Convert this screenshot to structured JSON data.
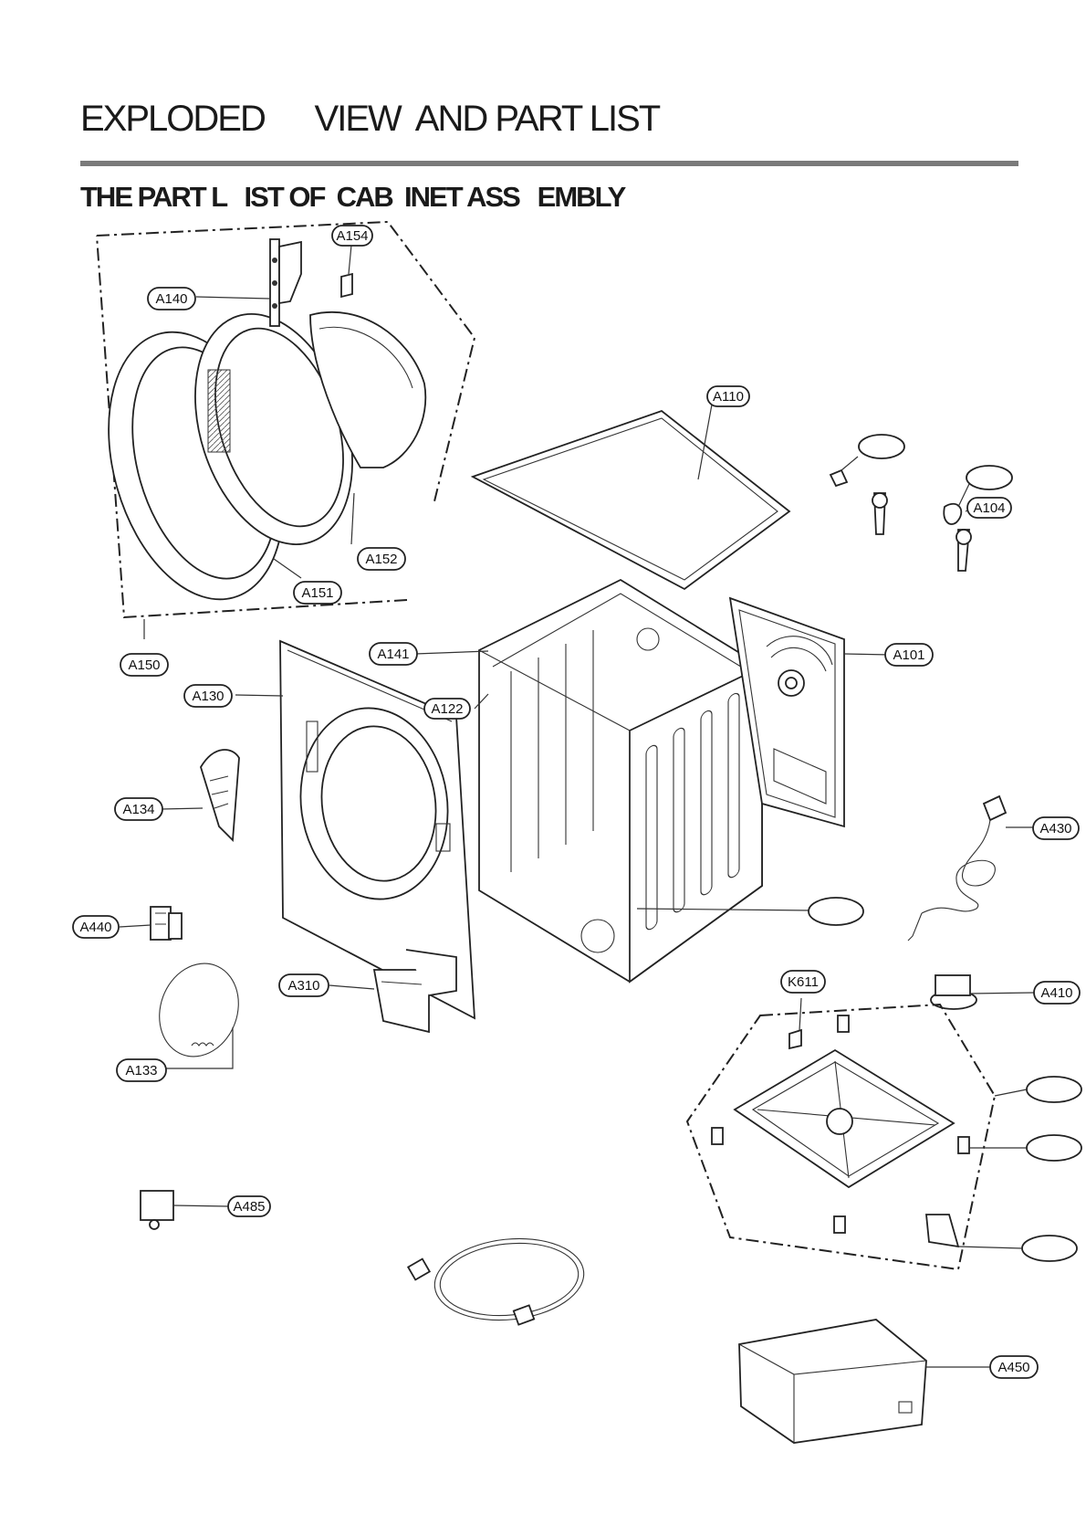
{
  "header": {
    "title": "EXPLODED      VIEW  AND PART LIST",
    "subtitle": "THE PART L   IST OF  CAB  INET ASS   EMBLY"
  },
  "callouts": {
    "a154": "A154",
    "a140": "A140",
    "a152": "A152",
    "a151": "A151",
    "a150": "A150",
    "a110": "A110",
    "a104": "A104",
    "a141": "A141",
    "a101": "A101",
    "a130": "A130",
    "a122": "A122",
    "a134": "A134",
    "a430": "A430",
    "a440": "A440",
    "a310": "A310",
    "k611": "K611",
    "a410": "A410",
    "a133": "A133",
    "a485": "A485",
    "a450": "A450"
  },
  "colors": {
    "line": "#222222",
    "rule": "#7a7a7a",
    "background": "#ffffff"
  }
}
